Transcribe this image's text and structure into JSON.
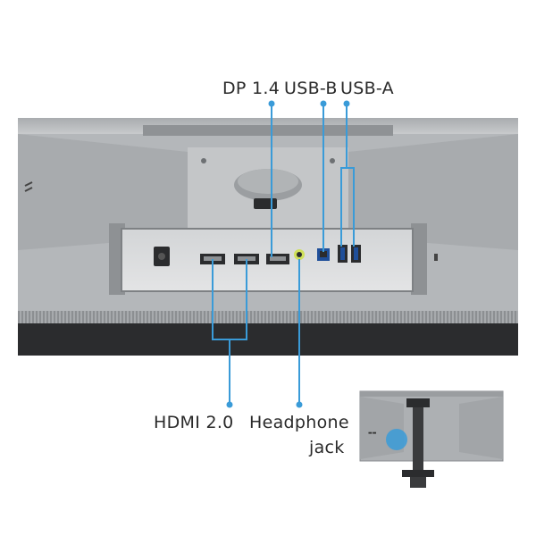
{
  "labels": {
    "dp": "DP 1.4",
    "usb_b": "USB-B",
    "usb_a": "USB-A",
    "hdmi": "HDMI 2.0",
    "headphone_line1": "Headphone",
    "headphone_line2": "jack"
  },
  "colors": {
    "accent": "#3a9bd8",
    "monitor_body": "#b9bcbf",
    "monitor_dark": "#2b2c2e",
    "port_panel": "#dcdedf"
  }
}
